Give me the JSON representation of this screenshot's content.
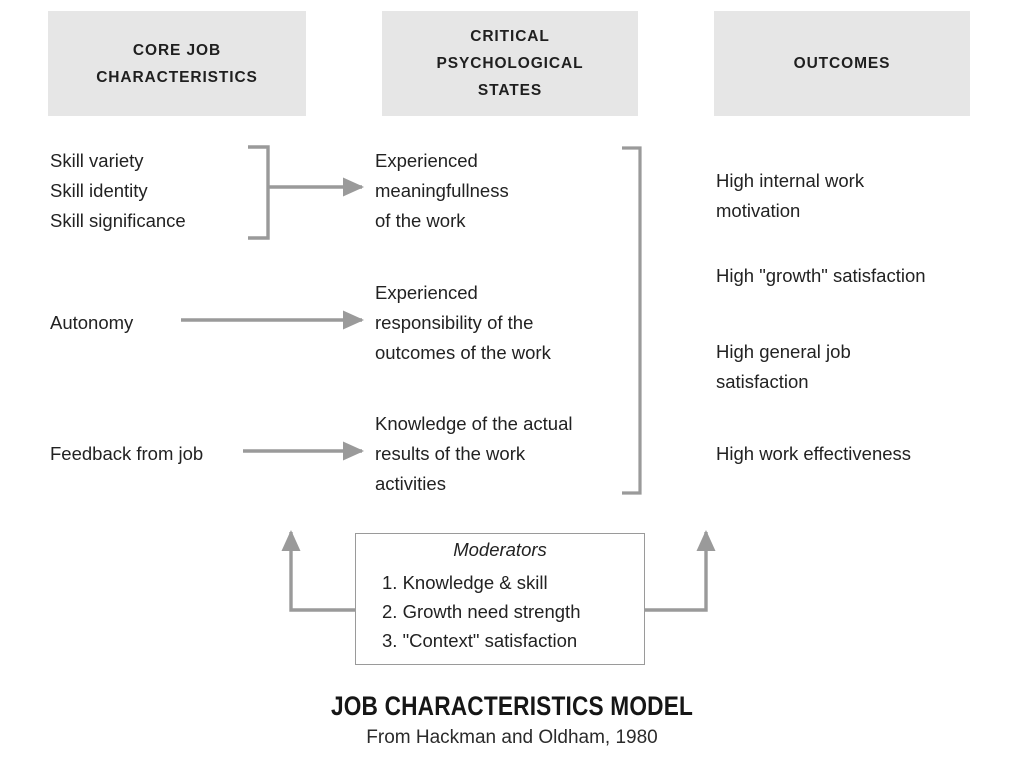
{
  "diagram": {
    "title": "JOB CHARACTERISTICS MODEL",
    "source": "From Hackman and Oldham, 1980",
    "columns": {
      "core": {
        "header": "CORE JOB\nCHARACTERISTICS"
      },
      "critical": {
        "header": "CRITICAL\nPSYCHOLOGICAL\nSTATES"
      },
      "outcomes": {
        "header": "OUTCOMES"
      }
    },
    "core_job_characteristics": {
      "group_1": "Skill variety\nSkill identity\nSkill significance",
      "autonomy": "Autonomy",
      "feedback": "Feedback from job"
    },
    "critical_psychological_states": {
      "state_1": "Experienced\nmeaningfullness\nof the work",
      "state_2": "Experienced\nresponsibility of the\noutcomes of the work",
      "state_3": "Knowledge of the actual\nresults of the work\nactivities"
    },
    "outcomes": {
      "outcome_1": "High internal work\nmotivation",
      "outcome_2": "High \"growth\" satisfaction",
      "outcome_3": "High general job\nsatisfaction",
      "outcome_4": "High work effectiveness"
    },
    "moderators": {
      "title": "Moderators",
      "items": [
        "1. Knowledge & skill",
        "2. Growth need strength",
        "3. \"Context\" satisfaction"
      ]
    },
    "colors": {
      "banner_background": "#e6e6e6",
      "text": "#222222",
      "connector": "#9a9a9a",
      "box_border": "#9a9a9a",
      "page_background": "#ffffff"
    }
  }
}
